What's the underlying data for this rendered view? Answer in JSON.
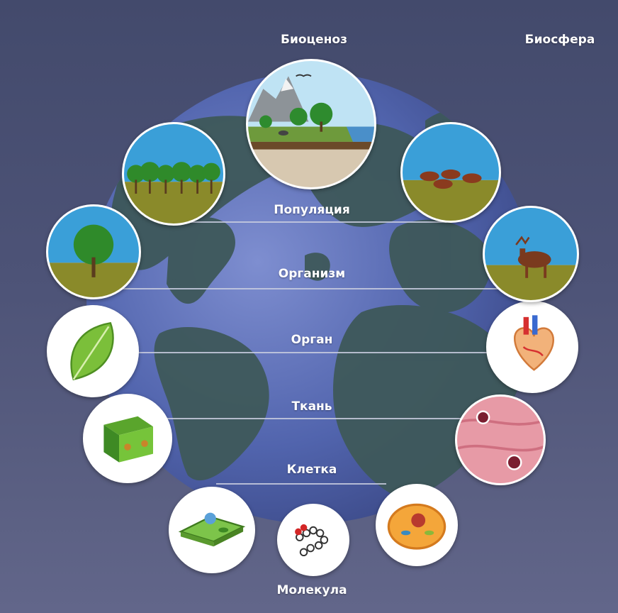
{
  "levels": {
    "biocenosis": "Биоценоз",
    "biosphere": "Биосфера",
    "population": "Популяция",
    "organism": "Организм",
    "organ": "Орган",
    "tissue": "Ткань",
    "cell": "Клетка",
    "molecule": "Молекула"
  },
  "icons": {
    "plant_side": [
      "tree-group-icon",
      "tree-icon",
      "leaf-icon",
      "leaf-tissue-icon",
      "plant-cell-icon"
    ],
    "animal_side": [
      "moose-herd-icon",
      "moose-icon",
      "heart-icon",
      "animal-tissue-icon",
      "animal-cell-icon"
    ],
    "center": [
      "ecosystem-icon",
      "molecule-icon"
    ]
  },
  "colors": {
    "background_top": "#434a6c",
    "background_bottom": "#62668a",
    "globe_ocean": "#4f64a8",
    "globe_land": "#3f5a5c",
    "label": "#ffffff"
  }
}
